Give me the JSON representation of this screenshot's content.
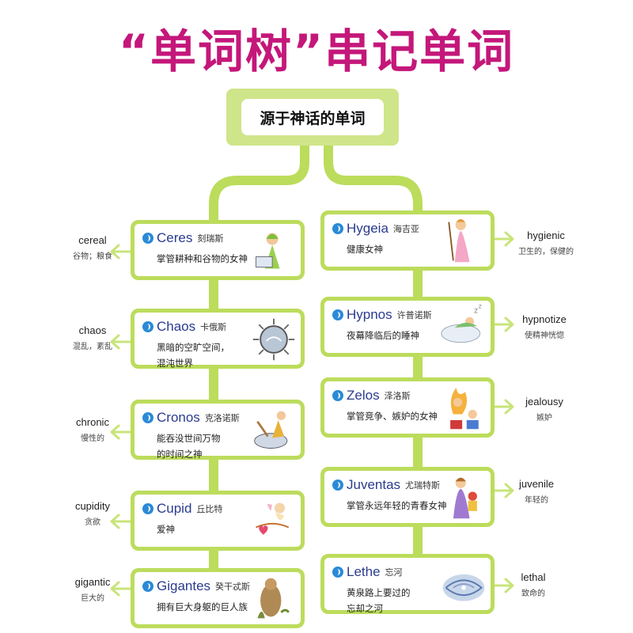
{
  "title": "“单词树”串记单词",
  "root": "源于神话的单词",
  "colors": {
    "title": "#c4177a",
    "branch": "#bcdc5c",
    "word": "#2a3b8f",
    "speaker": "#2a8ad6"
  },
  "left": [
    {
      "word": "Ceres",
      "cn": "刻瑞斯",
      "desc1": "掌管耕种和谷物的女神",
      "desc2": "",
      "derived": "cereal",
      "derived_cn": "谷物；粮食",
      "icon": "goddess-with-grain-icon"
    },
    {
      "word": "Chaos",
      "cn": "卡俄斯",
      "desc1": "黑暗的空旷空间，",
      "desc2": "混沌世界",
      "derived": "chaos",
      "derived_cn": "混乱，紊乱",
      "icon": "chaotic-world-icon"
    },
    {
      "word": "Cronos",
      "cn": "克洛诺斯",
      "desc1": "能吞没世间万物",
      "desc2": "的时间之神",
      "derived": "chronic",
      "derived_cn": "慢性的",
      "icon": "time-god-icon"
    },
    {
      "word": "Cupid",
      "cn": "丘比特",
      "desc1": "爱神",
      "desc2": "",
      "derived": "cupidity",
      "derived_cn": "贪欲",
      "icon": "cupid-icon"
    },
    {
      "word": "Gigantes",
      "cn": "癸干忒斯",
      "desc1": "拥有巨大身躯的巨人族",
      "desc2": "",
      "derived": "gigantic",
      "derived_cn": "巨大的",
      "icon": "giant-icon"
    }
  ],
  "right": [
    {
      "word": "Hygeia",
      "cn": "海吉亚",
      "desc1": "健康女神",
      "desc2": "",
      "derived": "hygienic",
      "derived_cn": "卫生的，保健的",
      "icon": "health-goddess-icon"
    },
    {
      "word": "Hypnos",
      "cn": "许普诺斯",
      "desc1": "夜幕降临后的睡神",
      "desc2": "",
      "derived": "hypnotize",
      "derived_cn": "使精神恍惚",
      "icon": "sleeping-god-icon"
    },
    {
      "word": "Zelos",
      "cn": "泽洛斯",
      "desc1": "掌管竞争、嫉妒的女神",
      "desc2": "",
      "derived": "jealousy",
      "derived_cn": "嫉妒",
      "icon": "jealous-goddess-icon"
    },
    {
      "word": "Juventas",
      "cn": "尤瑞特斯",
      "desc1": "掌管永远年轻的青春女神",
      "desc2": "",
      "derived": "juvenile",
      "derived_cn": "年轻的",
      "icon": "youth-goddess-icon"
    },
    {
      "word": "Lethe",
      "cn": "忘河",
      "desc1": "黄泉路上要过的",
      "desc2": "忘却之河",
      "derived": "lethal",
      "derived_cn": "致命的",
      "icon": "river-lethe-icon"
    }
  ]
}
